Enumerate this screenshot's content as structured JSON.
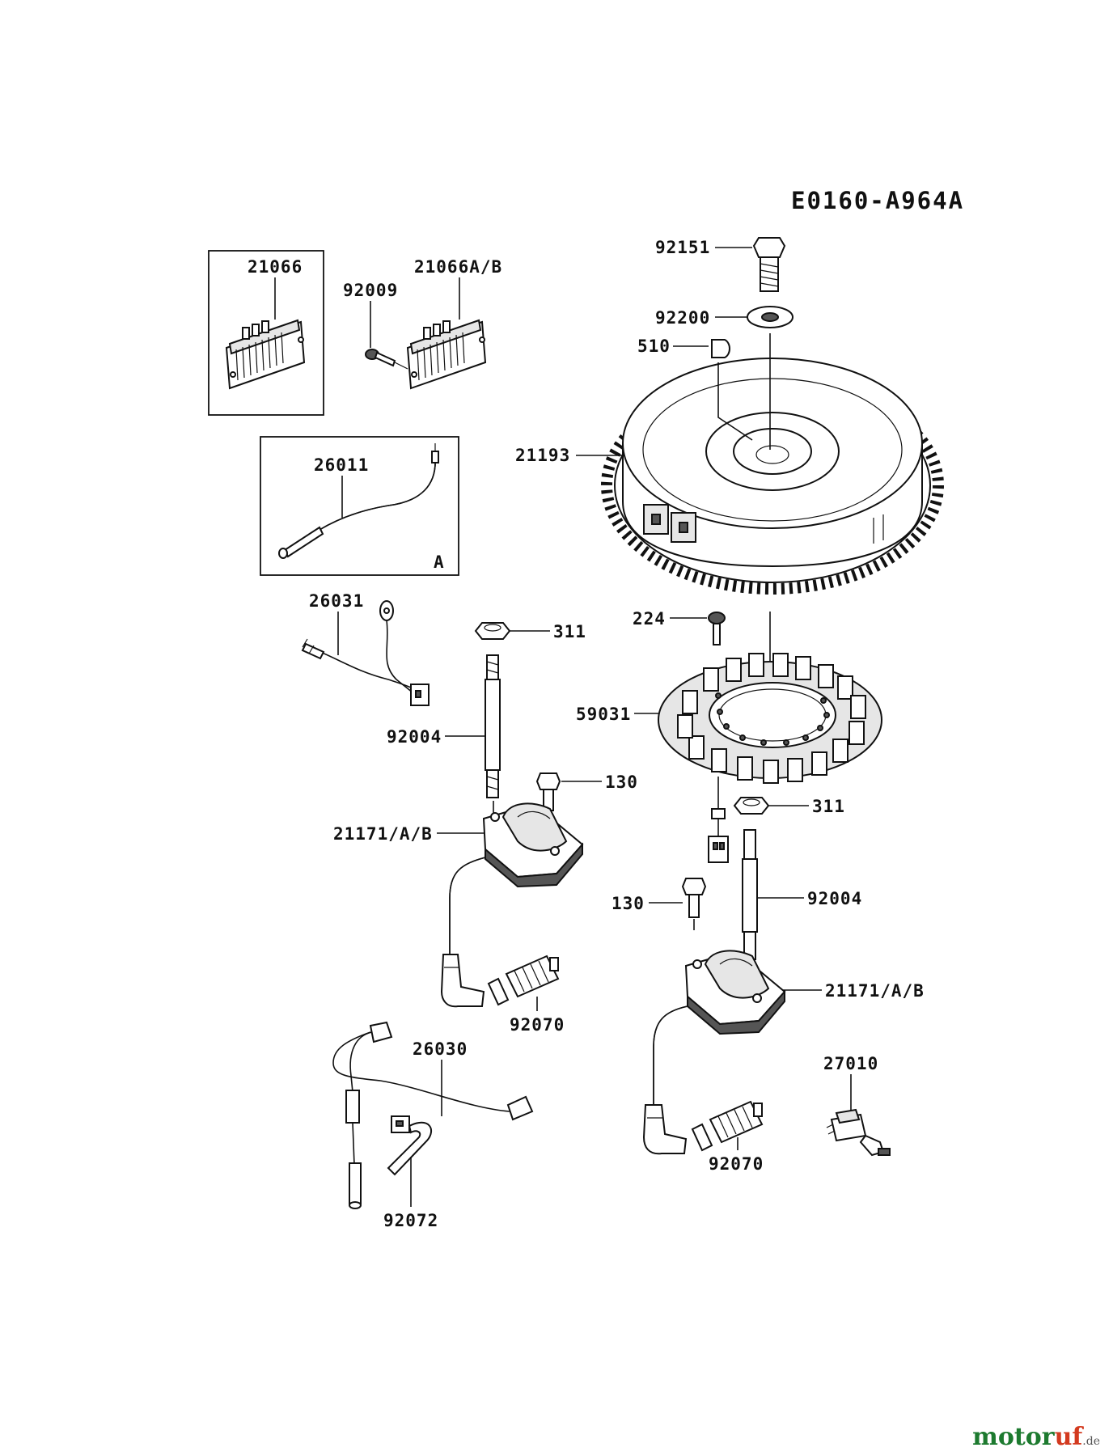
{
  "title": "E0160-A964A",
  "labels": {
    "p21066": "21066",
    "p21066ab": "21066A/B",
    "p92009": "92009",
    "p26011": "26011",
    "boxA": "A",
    "p26031": "26031",
    "p92151": "92151",
    "p92200": "92200",
    "p510": "510",
    "p21193": "21193",
    "p224": "224",
    "p59031": "59031",
    "p311a": "311",
    "p92004a": "92004",
    "p130a": "130",
    "p21171a": "21171/A/B",
    "p92070a": "92070",
    "p311b": "311",
    "p130b": "130",
    "p92004b": "92004",
    "p21171b": "21171/A/B",
    "p26030": "26030",
    "p27010": "27010",
    "p92070b": "92070",
    "p92072": "92072"
  },
  "watermark": {
    "main_green": "motor",
    "main_red": "uf",
    "suffix": ".de"
  }
}
